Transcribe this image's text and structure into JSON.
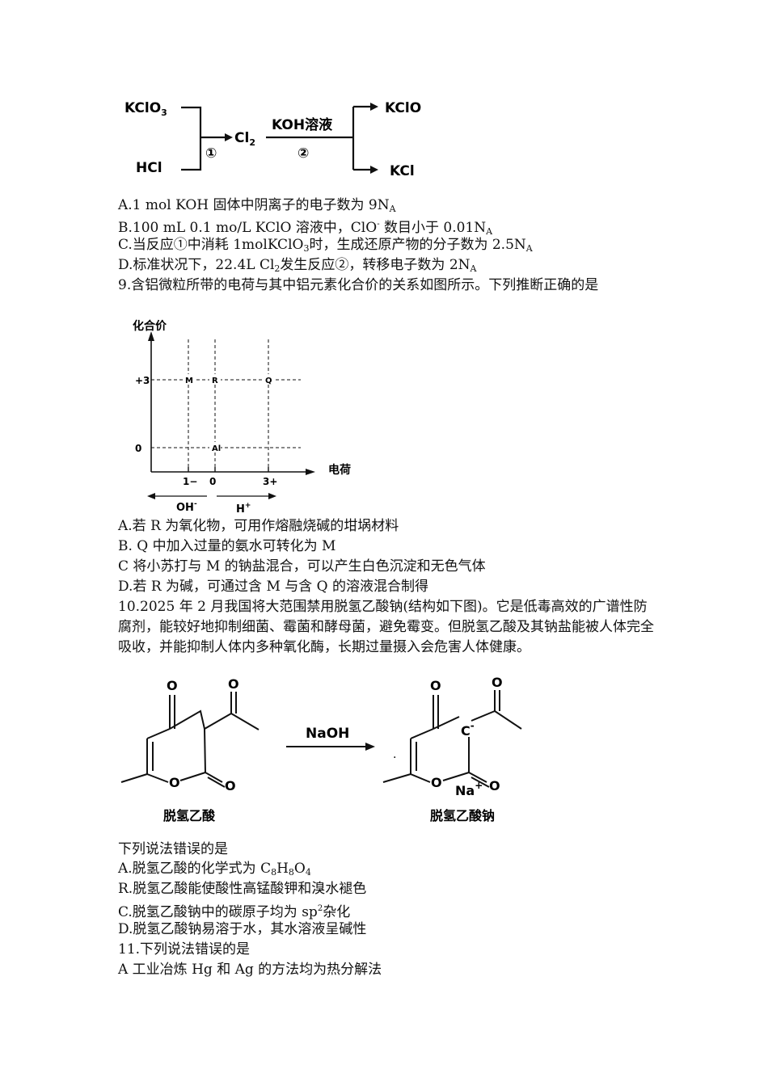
{
  "scheme": {
    "r1": "KClO",
    "r1_sub": "3",
    "r2": "HCl",
    "circle1": "①",
    "mid": "Cl",
    "mid_sub": "2",
    "reagent": "KOH溶液",
    "circle2": "②",
    "p1": "KClO",
    "p2": "KCl"
  },
  "q8_options": {
    "a_pre": "A.1 mol KOH 固体中阴离子的电子数为 9N",
    "a_sub": "A",
    "b_pre": "B.100 mL 0.1 mo/L KClO 溶液中，ClO",
    "b_sup": "-",
    "b_mid": "  数目小于 0.01N",
    "b_sub": "A",
    "c_pre": "C.当反应①中消耗 1molKClO",
    "c_sub1": "3",
    "c_mid": "时，生成还原产物的分子数为 2.5N",
    "c_sub2": "A",
    "d_pre": "D.标准状况下，22.4L Cl",
    "d_sub1": "2",
    "d_mid": "发生反应②，转移电子数为 2N",
    "d_sub2": "A"
  },
  "q9": {
    "stem": "9.含铝微粒所带的电荷与其中铝元素化合价的关系如图所示。下列推断正确的是",
    "a": "A.若 R 为氧化物，可用作熔融烧碱的坩埚材料",
    "b": "B. Q 中加入过量的氨水可转化为 M",
    "c": "C 将小苏打与 M 的钠盐混合，可以产生白色沉淀和无色气体",
    "d": "D.若 R 为碱，可通过含 M 与含 Q 的溶液混合制得"
  },
  "chart_data": {
    "type": "scatter",
    "ylabel": "化合价",
    "xlabel": "电荷",
    "x_ticks": [
      "1−",
      "0",
      "3+"
    ],
    "y_ticks": [
      "+3",
      "0"
    ],
    "points": [
      {
        "label": "M",
        "x": -1,
        "y": 3
      },
      {
        "label": "R",
        "x": 0,
        "y": 3
      },
      {
        "label": "Q",
        "x": 3,
        "y": 3
      },
      {
        "label": "Al",
        "x": 0,
        "y": 0
      }
    ],
    "left_arrow_label": "OH",
    "left_arrow_sup": "-",
    "right_arrow_label": "H",
    "right_arrow_sup": "+"
  },
  "q10": {
    "stem": "10.2025 年 2 月我国将大范围禁用脱氢乙酸钠(结构如下图)。它是低毒高效的广谱性防腐剂，能较好地抑制细菌、霉菌和酵母菌，避免霉变。但脱氢乙酸及其钠盐能被人体完全吸收，并能抑制人体内多种氧化酶，长期过量摄入会危害人体健康。",
    "left_name": "脱氢乙酸",
    "reagent": "NaOH",
    "right_name": "脱氢乙酸钠",
    "atom_o": "O",
    "atom_c": "C",
    "atom_c_charge": "-",
    "atom_na": "Na",
    "atom_na_charge": "+",
    "ask": "下列说法错误的是",
    "a_pre": "A.脱氢乙酸的化学式为 C",
    "a_s1": "8",
    "a_h": "H",
    "a_s2": "8",
    "a_o": "O",
    "a_s3": "4",
    "b": "R.脱氢乙酸能使酸性高锰酸钾和溴水褪色",
    "c_pre": "C.脱氢乙酸钠中的碳原子均为 sp",
    "c_sup": "2",
    "c_post": "杂化",
    "d": "D.脱氢乙酸钠易溶于水，其水溶液呈碱性"
  },
  "q11": {
    "stem": "11.下列说法错误的是",
    "a": "A 工业冶炼  Hg 和 Ag 的方法均为热分解法"
  }
}
